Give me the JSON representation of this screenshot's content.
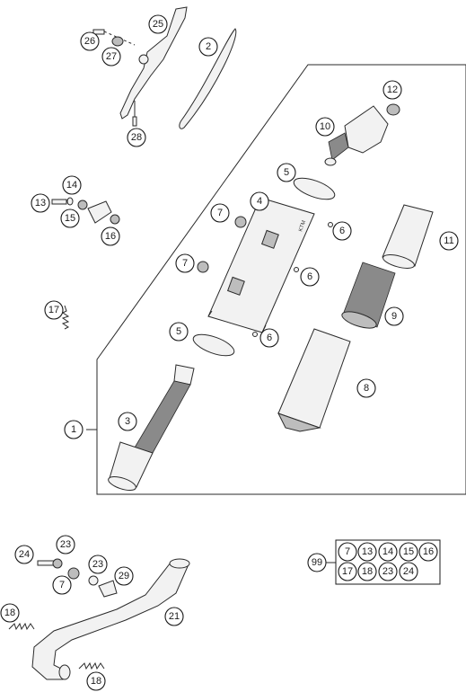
{
  "callouts": {
    "c1": "1",
    "c2": "2",
    "c3": "3",
    "c4": "4",
    "c5a": "5",
    "c5b": "5",
    "c6a": "6",
    "c6b": "6",
    "c6c": "6",
    "c7a": "7",
    "c7b": "7",
    "c7c": "7",
    "c8": "8",
    "c9": "9",
    "c10": "10",
    "c11": "11",
    "c12": "12",
    "c13": "13",
    "c14": "14",
    "c15": "15",
    "c16": "16",
    "c17": "17",
    "c18a": "18",
    "c18b": "18",
    "c21": "21",
    "c23a": "23",
    "c23b": "23",
    "c24": "24",
    "c25": "25",
    "c26": "26",
    "c27": "27",
    "c28": "28",
    "c29": "29",
    "c99": "99"
  },
  "kit": {
    "row1": [
      "7",
      "13",
      "14",
      "15",
      "16"
    ],
    "row2": [
      "17",
      "18",
      "23",
      "24"
    ]
  },
  "icons": {
    "exhaust_manifold": "exhaust-manifold-icon",
    "silencer": "silencer-icon",
    "spring": "spring-icon",
    "screw": "screw-icon"
  }
}
